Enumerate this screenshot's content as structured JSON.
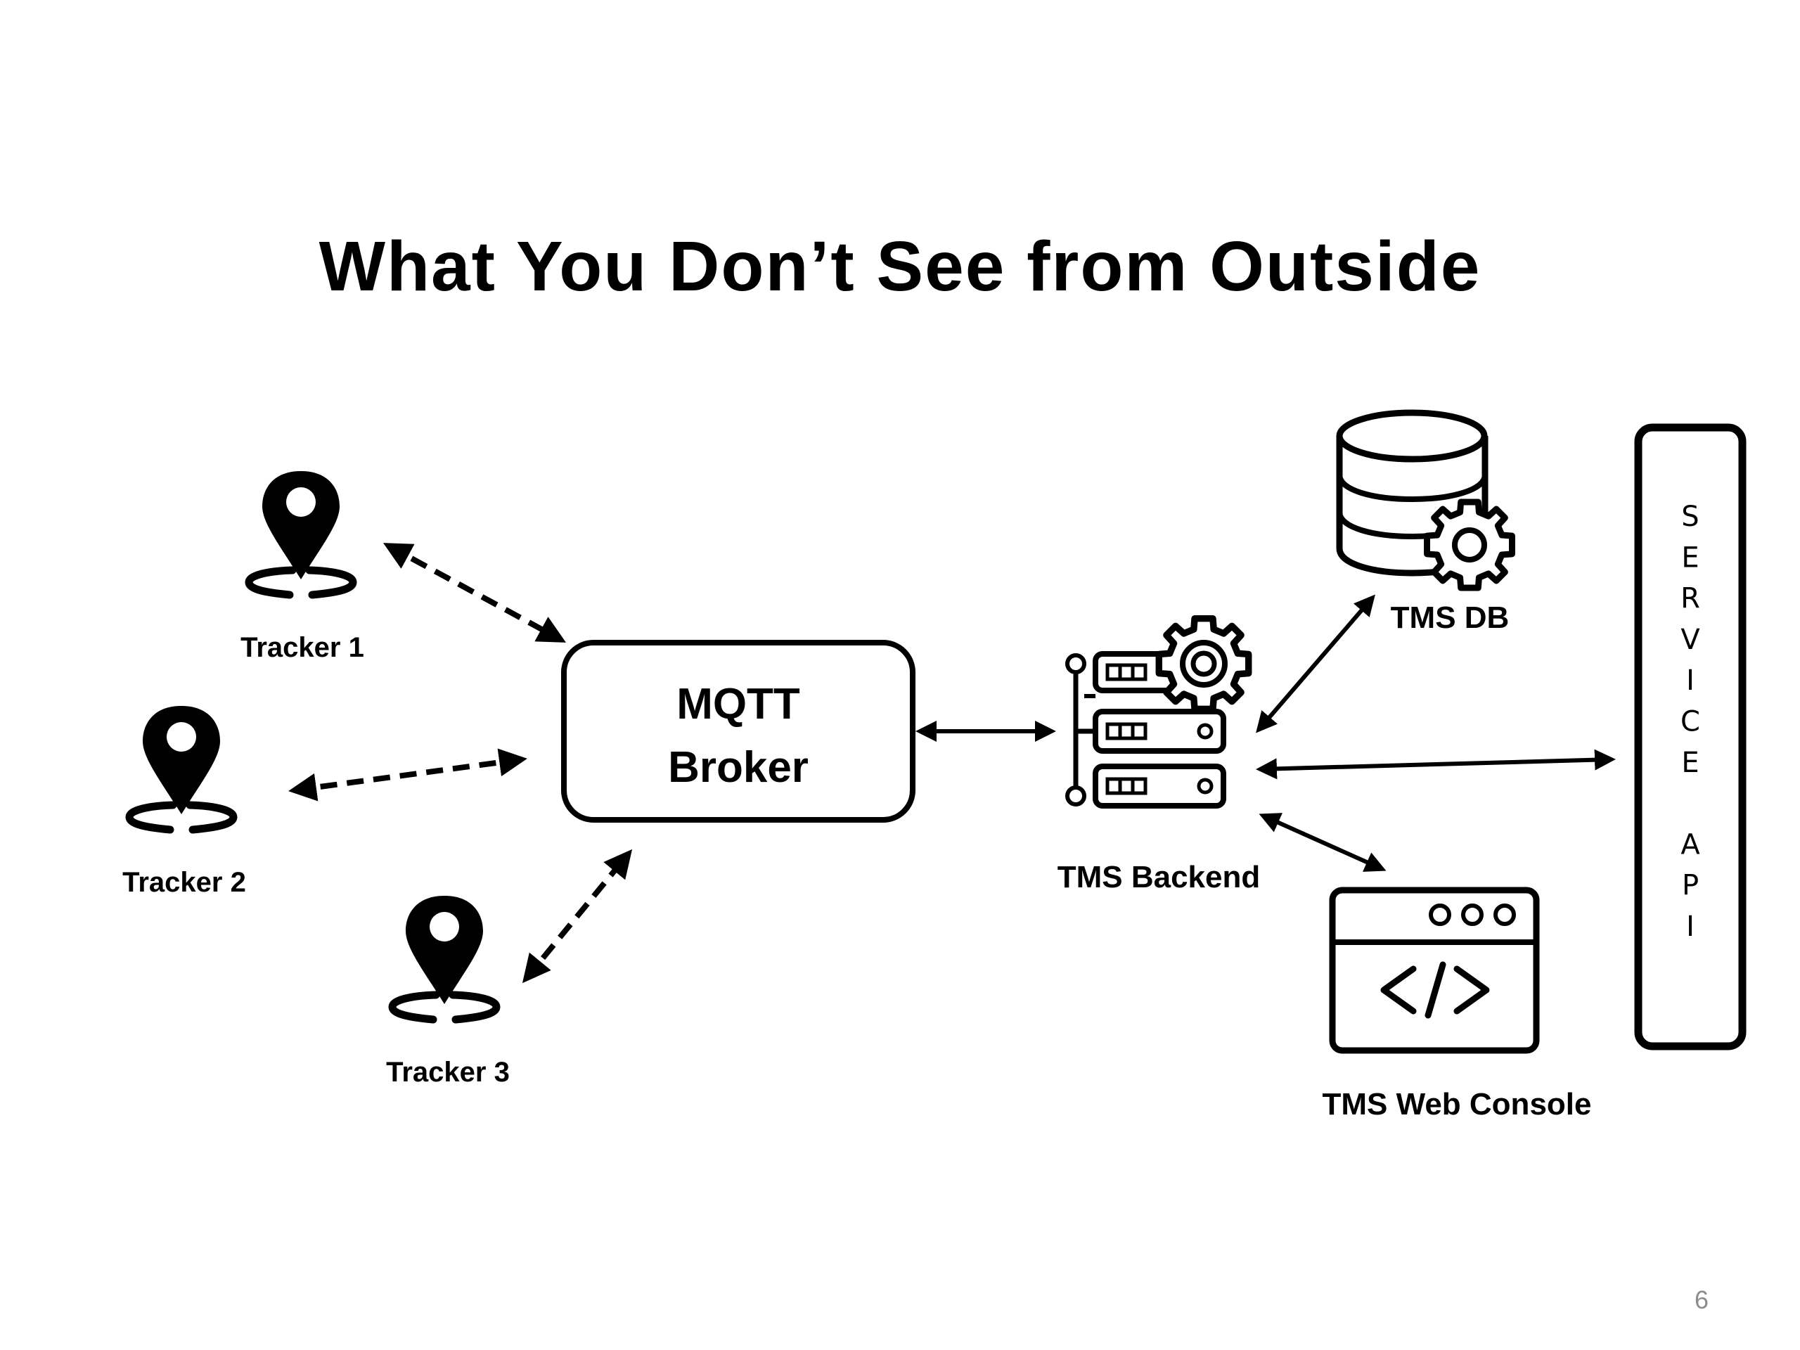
{
  "slide": {
    "title": "What You Don’t See from Outside",
    "page_number": "6"
  },
  "nodes": {
    "tracker1": "Tracker 1",
    "tracker2": "Tracker 2",
    "tracker3": "Tracker 3",
    "broker_line1": "MQTT",
    "broker_line2": "Broker",
    "backend": "TMS Backend",
    "db": "TMS DB",
    "console": "TMS Web Console",
    "service_api_letters": [
      "S",
      "E",
      "R",
      "V",
      "I",
      "C",
      "E",
      "",
      "A",
      "P",
      "I"
    ]
  },
  "icons": {
    "tracker": "map-pin-icon",
    "backend": "server-gear-icon",
    "db": "database-gear-icon",
    "console": "code-window-icon"
  },
  "connections": [
    {
      "from": "Tracker 1",
      "to": "MQTT Broker",
      "style": "dashed",
      "direction": "both"
    },
    {
      "from": "Tracker 2",
      "to": "MQTT Broker",
      "style": "dashed",
      "direction": "both"
    },
    {
      "from": "Tracker 3",
      "to": "MQTT Broker",
      "style": "dashed",
      "direction": "both"
    },
    {
      "from": "MQTT Broker",
      "to": "TMS Backend",
      "style": "solid",
      "direction": "both"
    },
    {
      "from": "TMS Backend",
      "to": "TMS DB",
      "style": "solid",
      "direction": "both"
    },
    {
      "from": "TMS Backend",
      "to": "SERVICE API",
      "style": "solid",
      "direction": "both"
    },
    {
      "from": "TMS Backend",
      "to": "TMS Web Console",
      "style": "solid",
      "direction": "both"
    }
  ],
  "colors": {
    "ink": "#000000",
    "page_number": "#8c8c8c",
    "background": "#ffffff"
  }
}
